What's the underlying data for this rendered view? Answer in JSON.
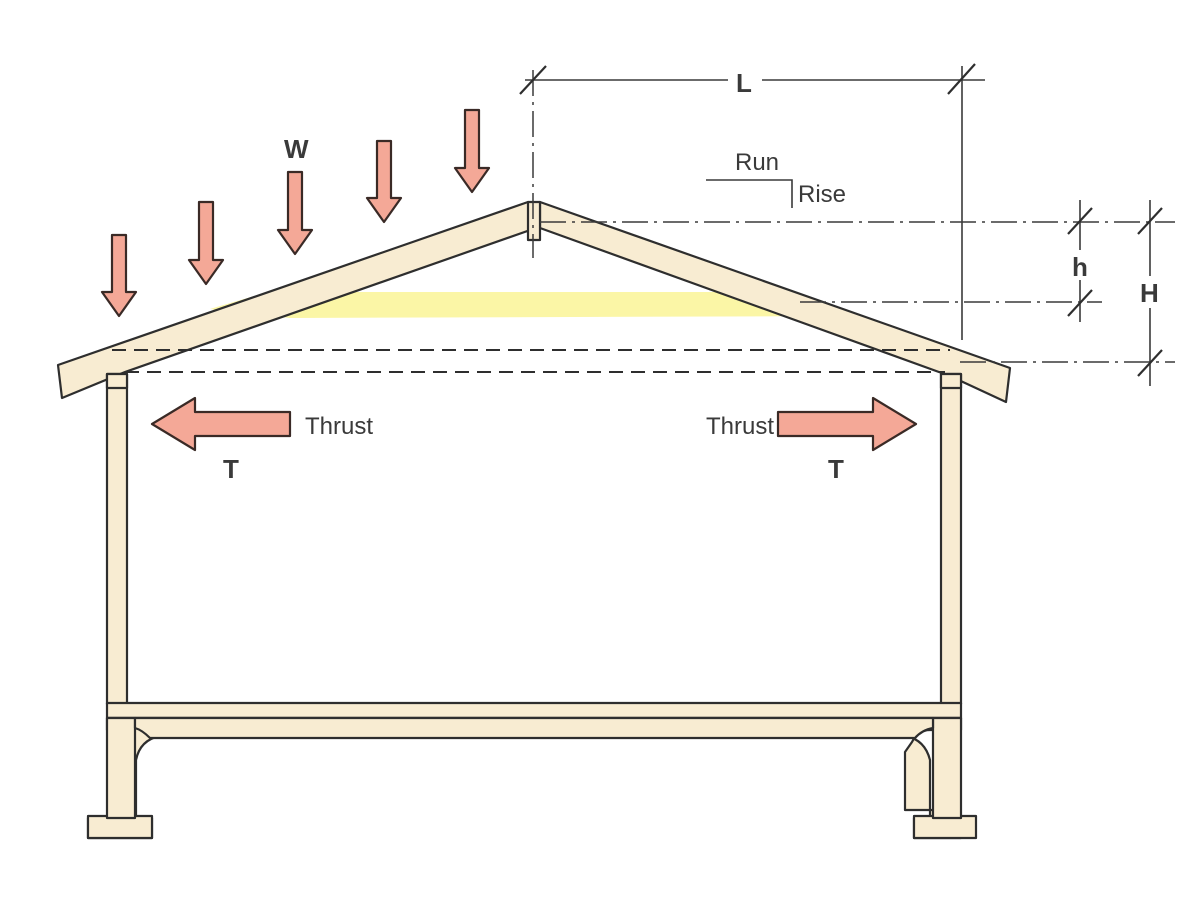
{
  "labels": {
    "load": "W",
    "span": "L",
    "run": "Run",
    "rise": "Rise",
    "tie_height": "h",
    "roof_height": "H",
    "thrust_left": "Thrust",
    "thrust_right": "Thrust",
    "tension_left": "T",
    "tension_right": "T"
  },
  "colors": {
    "timber": "#f8ecd2",
    "ceiling_tie": "#fbf6a6",
    "arrow_fill": "#f4a897",
    "outline": "#2e2e2e"
  },
  "icons": {
    "load_arrow": "down-arrow-icon",
    "thrust_arrow": "horizontal-arrow-icon"
  }
}
